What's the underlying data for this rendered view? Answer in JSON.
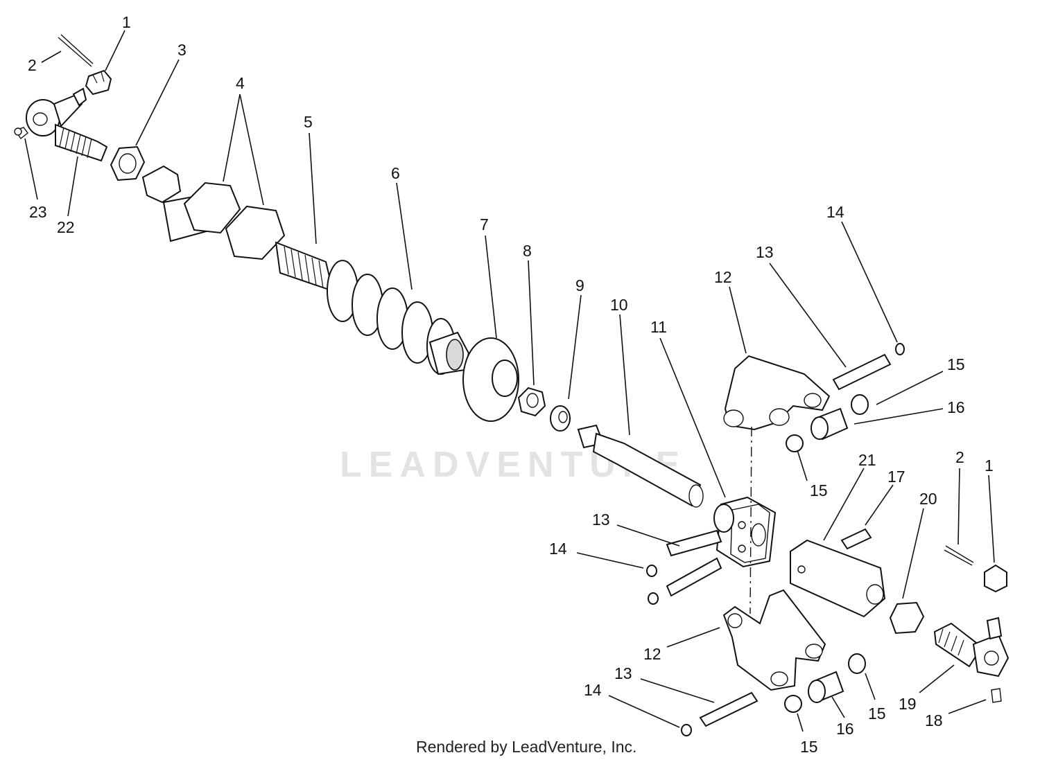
{
  "diagram": {
    "watermark": "LEADVENTURE",
    "footer": "Rendered by LeadVenture, Inc.",
    "callouts": [
      {
        "id": "c1a",
        "label": "1"
      },
      {
        "id": "c2a",
        "label": "2"
      },
      {
        "id": "c3",
        "label": "3"
      },
      {
        "id": "c4",
        "label": "4"
      },
      {
        "id": "c5",
        "label": "5"
      },
      {
        "id": "c6",
        "label": "6"
      },
      {
        "id": "c7",
        "label": "7"
      },
      {
        "id": "c8",
        "label": "8"
      },
      {
        "id": "c9",
        "label": "9"
      },
      {
        "id": "c10",
        "label": "10"
      },
      {
        "id": "c11",
        "label": "11"
      },
      {
        "id": "c12a",
        "label": "12"
      },
      {
        "id": "c13a",
        "label": "13"
      },
      {
        "id": "c14a",
        "label": "14"
      },
      {
        "id": "c15a",
        "label": "15"
      },
      {
        "id": "c16a",
        "label": "16"
      },
      {
        "id": "c15b",
        "label": "15"
      },
      {
        "id": "c21",
        "label": "21"
      },
      {
        "id": "c17",
        "label": "17"
      },
      {
        "id": "c20",
        "label": "20"
      },
      {
        "id": "c2b",
        "label": "2"
      },
      {
        "id": "c1b",
        "label": "1"
      },
      {
        "id": "c13b",
        "label": "13"
      },
      {
        "id": "c14b",
        "label": "14"
      },
      {
        "id": "c12b",
        "label": "12"
      },
      {
        "id": "c13c",
        "label": "13"
      },
      {
        "id": "c14c",
        "label": "14"
      },
      {
        "id": "c15c",
        "label": "15"
      },
      {
        "id": "c16b",
        "label": "16"
      },
      {
        "id": "c15d",
        "label": "15"
      },
      {
        "id": "c19",
        "label": "19"
      },
      {
        "id": "c18",
        "label": "18"
      },
      {
        "id": "c23",
        "label": "23"
      },
      {
        "id": "c22",
        "label": "22"
      }
    ]
  }
}
